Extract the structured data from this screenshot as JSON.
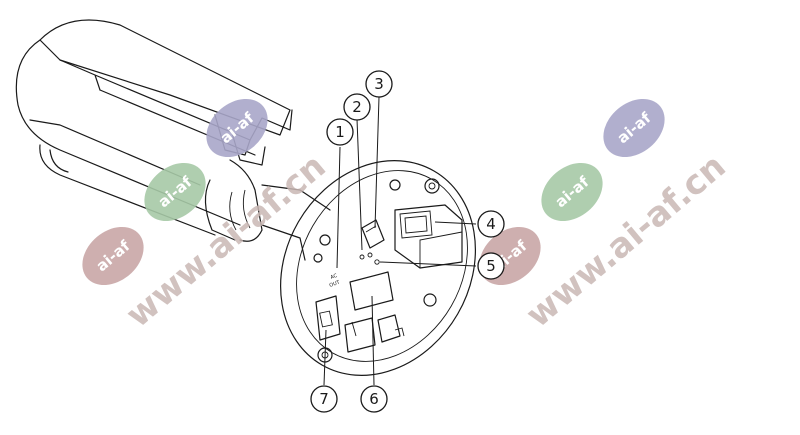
{
  "callouts": [
    {
      "id": "1",
      "label": "1"
    },
    {
      "id": "2",
      "label": "2"
    },
    {
      "id": "3",
      "label": "3"
    },
    {
      "id": "4",
      "label": "4"
    },
    {
      "id": "5",
      "label": "5"
    },
    {
      "id": "6",
      "label": "6"
    },
    {
      "id": "7",
      "label": "7"
    }
  ],
  "watermark": {
    "badge_text": "ai-af",
    "url_text": "www.ai-af.cn",
    "colors": {
      "badge_purple": "#a9a6c9",
      "badge_green": "#a6c9a6",
      "badge_red": "#c9a6a6",
      "url": "#c9b8b5"
    }
  },
  "device_labels": {
    "port_small_a": "AC",
    "port_small_b": "OUT"
  }
}
